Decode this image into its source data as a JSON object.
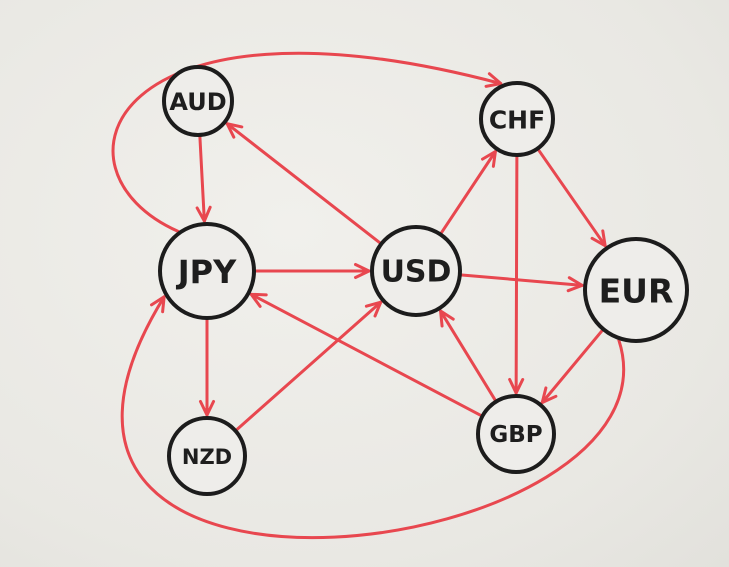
{
  "diagram": {
    "ink_color": "#1c1c1c",
    "edge_color": "#e8474f",
    "nodes": [
      {
        "id": "AUD",
        "label": "AUD"
      },
      {
        "id": "CHF",
        "label": "CHF"
      },
      {
        "id": "JPY",
        "label": "JPY"
      },
      {
        "id": "USD",
        "label": "USD"
      },
      {
        "id": "EUR",
        "label": "EUR"
      },
      {
        "id": "NZD",
        "label": "NZD"
      },
      {
        "id": "GBP",
        "label": "GBP"
      }
    ],
    "edges": [
      {
        "from": "AUD",
        "to": "JPY"
      },
      {
        "from": "JPY",
        "to": "USD"
      },
      {
        "from": "JPY",
        "to": "NZD"
      },
      {
        "from": "JPY",
        "to": "CHF"
      },
      {
        "from": "USD",
        "to": "AUD"
      },
      {
        "from": "USD",
        "to": "CHF"
      },
      {
        "from": "USD",
        "to": "EUR"
      },
      {
        "from": "CHF",
        "to": "EUR"
      },
      {
        "from": "CHF",
        "to": "GBP"
      },
      {
        "from": "EUR",
        "to": "GBP"
      },
      {
        "from": "EUR",
        "to": "JPY"
      },
      {
        "from": "NZD",
        "to": "USD"
      },
      {
        "from": "GBP",
        "to": "USD"
      },
      {
        "from": "GBP",
        "to": "JPY"
      }
    ]
  }
}
